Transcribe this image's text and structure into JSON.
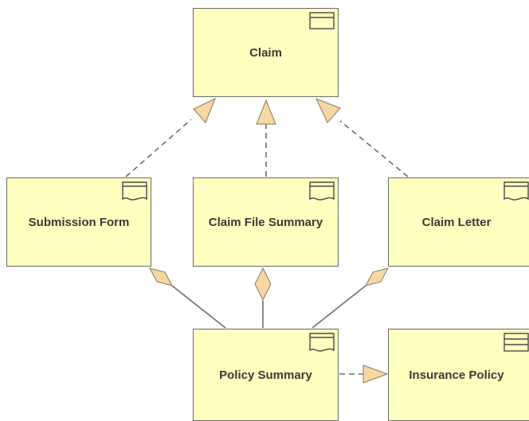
{
  "diagram": {
    "nodes": [
      {
        "id": "claim",
        "label": "Claim",
        "kind": "business-object",
        "icon": "business-object-icon"
      },
      {
        "id": "submission-form",
        "label": "Submission Form",
        "kind": "representation",
        "icon": "representation-icon"
      },
      {
        "id": "claim-file-summary",
        "label": "Claim File Summary",
        "kind": "representation",
        "icon": "representation-icon"
      },
      {
        "id": "claim-letter",
        "label": "Claim Letter",
        "kind": "representation",
        "icon": "representation-icon"
      },
      {
        "id": "policy-summary",
        "label": "Policy Summary",
        "kind": "representation",
        "icon": "representation-icon"
      },
      {
        "id": "insurance-policy",
        "label": "Insurance Policy",
        "kind": "contract",
        "icon": "contract-icon"
      }
    ],
    "edges": [
      {
        "from": "submission-form",
        "to": "claim",
        "type": "realization"
      },
      {
        "from": "claim-file-summary",
        "to": "claim",
        "type": "realization"
      },
      {
        "from": "claim-letter",
        "to": "claim",
        "type": "realization"
      },
      {
        "from": "policy-summary",
        "to": "insurance-policy",
        "type": "realization"
      },
      {
        "from": "policy-summary",
        "to": "submission-form",
        "type": "aggregation"
      },
      {
        "from": "policy-summary",
        "to": "claim-file-summary",
        "type": "aggregation"
      },
      {
        "from": "policy-summary",
        "to": "claim-letter",
        "type": "aggregation"
      }
    ],
    "colors": {
      "node_fill": "#ffffc0",
      "node_border": "#6b6b6b",
      "arrow_fill": "#f6d7a4",
      "line": "#6e6e6e"
    }
  }
}
